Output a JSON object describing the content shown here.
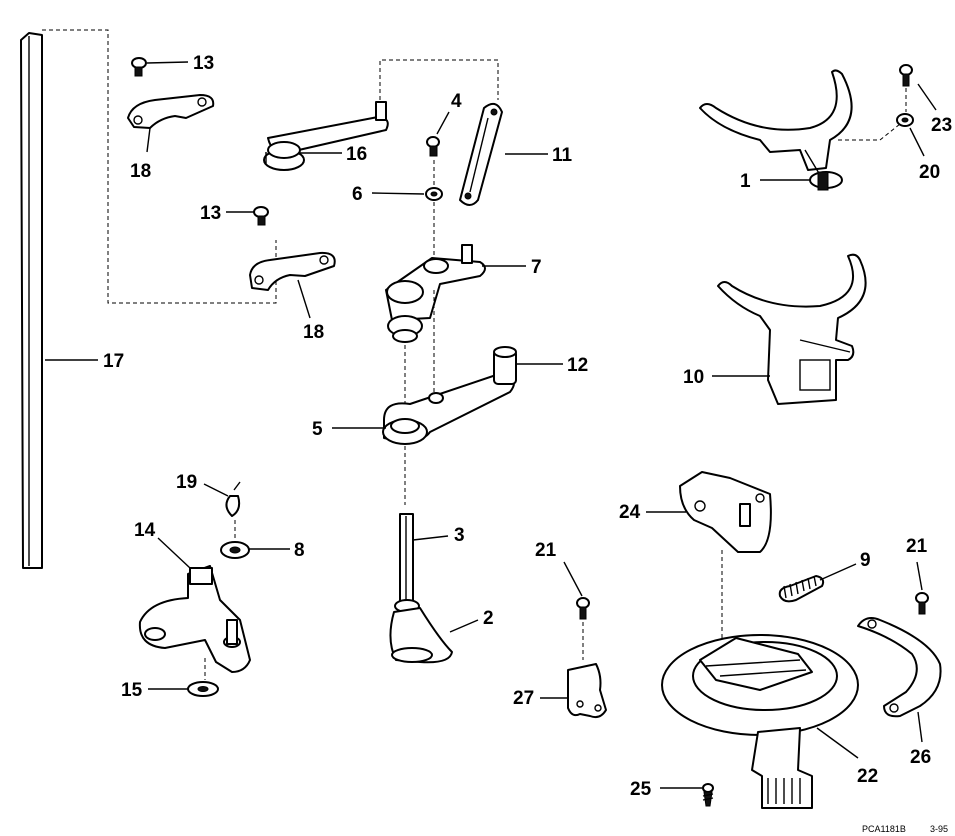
{
  "labels": [
    {
      "id": "1",
      "text": "1"
    },
    {
      "id": "2",
      "text": "2"
    },
    {
      "id": "3",
      "text": "3"
    },
    {
      "id": "4",
      "text": "4"
    },
    {
      "id": "5",
      "text": "5"
    },
    {
      "id": "6",
      "text": "6"
    },
    {
      "id": "7",
      "text": "7"
    },
    {
      "id": "8",
      "text": "8"
    },
    {
      "id": "9",
      "text": "9"
    },
    {
      "id": "10",
      "text": "10"
    },
    {
      "id": "11",
      "text": "11"
    },
    {
      "id": "12",
      "text": "12"
    },
    {
      "id": "13a",
      "text": "13"
    },
    {
      "id": "13b",
      "text": "13"
    },
    {
      "id": "14",
      "text": "14"
    },
    {
      "id": "15",
      "text": "15"
    },
    {
      "id": "16",
      "text": "16"
    },
    {
      "id": "17",
      "text": "17"
    },
    {
      "id": "18a",
      "text": "18"
    },
    {
      "id": "18b",
      "text": "18"
    },
    {
      "id": "19",
      "text": "19"
    },
    {
      "id": "20",
      "text": "20"
    },
    {
      "id": "21a",
      "text": "21"
    },
    {
      "id": "21b",
      "text": "21"
    },
    {
      "id": "22",
      "text": "22"
    },
    {
      "id": "23",
      "text": "23"
    },
    {
      "id": "24",
      "text": "24"
    },
    {
      "id": "25",
      "text": "25"
    },
    {
      "id": "26",
      "text": "26"
    },
    {
      "id": "27",
      "text": "27"
    }
  ],
  "footer": {
    "code": "PCA1181B",
    "date": "3-95"
  }
}
